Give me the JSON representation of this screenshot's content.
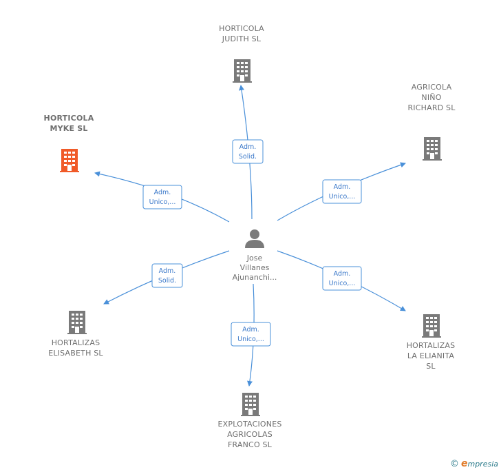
{
  "center": {
    "label_lines": [
      "Jose",
      "Villanes",
      "Ajunanchi..."
    ],
    "icon": "person-icon"
  },
  "companies": [
    {
      "id": "horticola-judith",
      "label_lines": [
        "HORTICOLA",
        "JUDITH  SL"
      ],
      "highlight": false,
      "icon": "building-icon",
      "relation": [
        "Adm.",
        "Solid."
      ]
    },
    {
      "id": "agricola-nino-richard",
      "label_lines": [
        "AGRICOLA",
        "NIÑO",
        "RICHARD  SL"
      ],
      "highlight": false,
      "icon": "building-icon",
      "relation": [
        "Adm.",
        "Unico,..."
      ]
    },
    {
      "id": "hortalizas-la-elianita",
      "label_lines": [
        "HORTALIZAS",
        "LA ELIANITA",
        "SL"
      ],
      "highlight": false,
      "icon": "building-icon",
      "relation": [
        "Adm.",
        "Unico,..."
      ]
    },
    {
      "id": "explotaciones-agricolas-franco",
      "label_lines": [
        "EXPLOTACIONES",
        "AGRICOLAS",
        "FRANCO  SL"
      ],
      "highlight": false,
      "icon": "building-icon",
      "relation": [
        "Adm.",
        "Unico,..."
      ]
    },
    {
      "id": "hortalizas-elisabeth",
      "label_lines": [
        "HORTALIZAS",
        "ELISABETH  SL"
      ],
      "highlight": false,
      "icon": "building-icon",
      "relation": [
        "Adm.",
        "Solid."
      ]
    },
    {
      "id": "horticola-myke",
      "label_lines": [
        "HORTICOLA",
        "MYKE  SL"
      ],
      "highlight": true,
      "icon": "building-icon",
      "relation": [
        "Adm.",
        "Unico,..."
      ]
    }
  ],
  "colors": {
    "edge": "#4a90d9",
    "building": "#7a7a7a",
    "building_highlight": "#f05a28",
    "person": "#7a7a7a",
    "label": "#6e6e6e"
  },
  "watermark": {
    "copyright": "©",
    "brand_initial": "e",
    "brand_rest": "mpresia"
  }
}
